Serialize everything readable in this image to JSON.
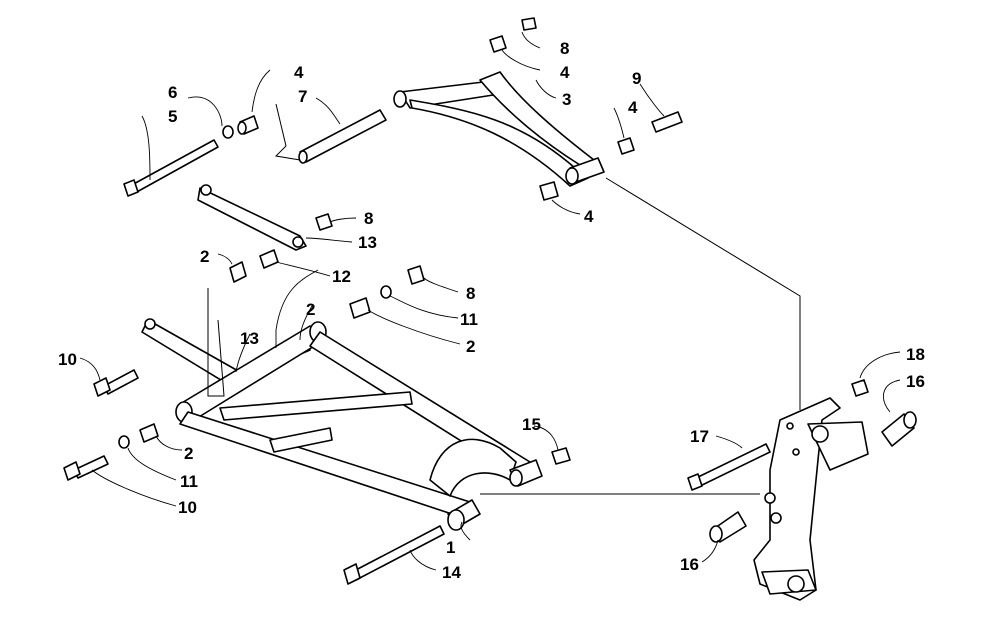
{
  "callouts": [
    "1",
    "2",
    "2",
    "2",
    "2",
    "3",
    "4",
    "4",
    "4",
    "4",
    "5",
    "6",
    "7",
    "8",
    "8",
    "8",
    "9",
    "10",
    "10",
    "11",
    "11",
    "12",
    "13",
    "13",
    "14",
    "15",
    "16",
    "16",
    "17",
    "18"
  ]
}
